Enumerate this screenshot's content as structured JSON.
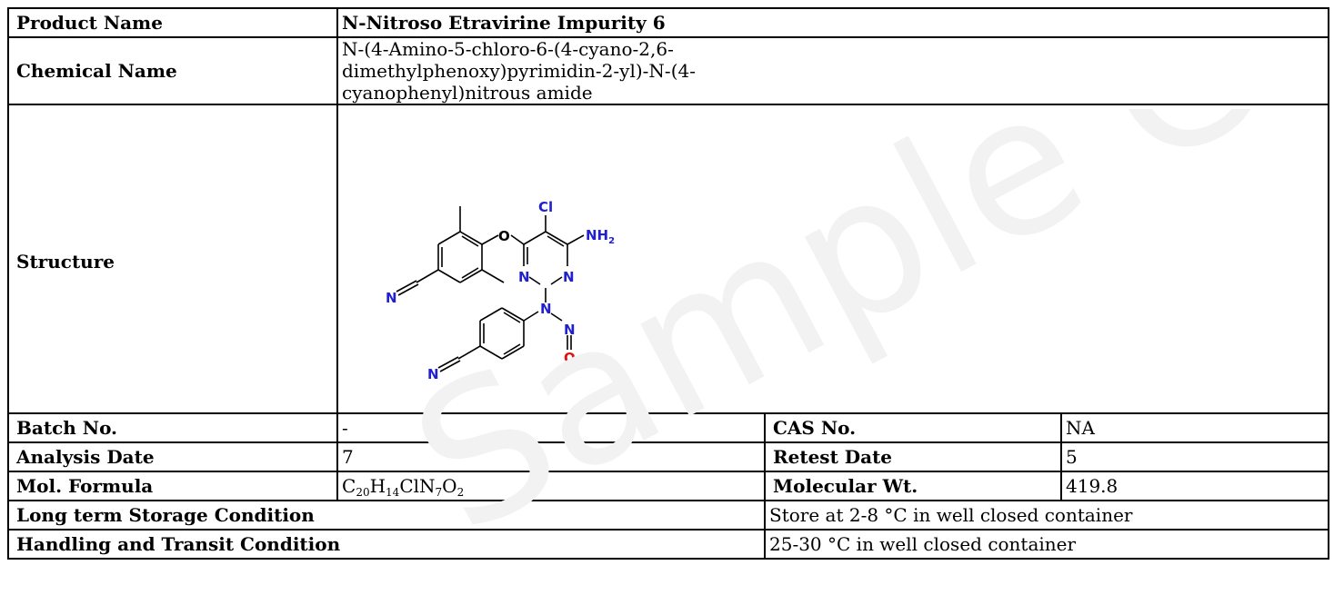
{
  "rows": {
    "product_name": {
      "label": "Product Name",
      "value": "N-Nitroso Etravirine Impurity 6"
    },
    "chemical_name": {
      "label": "Chemical Name",
      "value": "N-(4-Amino-5-chloro-6-(4-cyano-2,6-dimethylphenoxy)pyrimidin-2-yl)-N-(4-cyanophenyl)nitrous amide"
    },
    "structure": {
      "label": "Structure"
    },
    "batch_no": {
      "label": "Batch No.",
      "value": "-"
    },
    "cas_no": {
      "label": "CAS No.",
      "value": "NA"
    },
    "analysis_date": {
      "label": "Analysis Date",
      "value": "7"
    },
    "retest_date": {
      "label": "Retest Date",
      "value": "5"
    },
    "mol_formula": {
      "label": "Mol. Formula",
      "parts": [
        "C",
        "20",
        "H",
        "14",
        "ClN",
        "7",
        "O",
        "2"
      ]
    },
    "molecular_wt": {
      "label": "Molecular Wt.",
      "value": "419.8"
    },
    "long_term_storage": {
      "label": "Long term Storage Condition",
      "value": "Store at 2-8 °C in well closed container"
    },
    "handling_transit": {
      "label": "Handling and Transit Condition",
      "value": "25-30 °C in well closed container"
    }
  },
  "structure_atoms": {
    "cl": "Cl",
    "nh2": "NH",
    "nh2_sub": "2",
    "o_ether": "O",
    "n_ring1": "N",
    "n_ring2": "N",
    "n_amine": "N",
    "n_nitroso": "N",
    "o_nitroso": "O",
    "n_cyano1": "N",
    "n_cyano2": "N"
  },
  "watermark": {
    "text": "Sample COA",
    "color": "#f0f0f0"
  },
  "colors": {
    "nitrogen": "#2020d0",
    "oxygen": "#e01010",
    "border": "#000000"
  }
}
